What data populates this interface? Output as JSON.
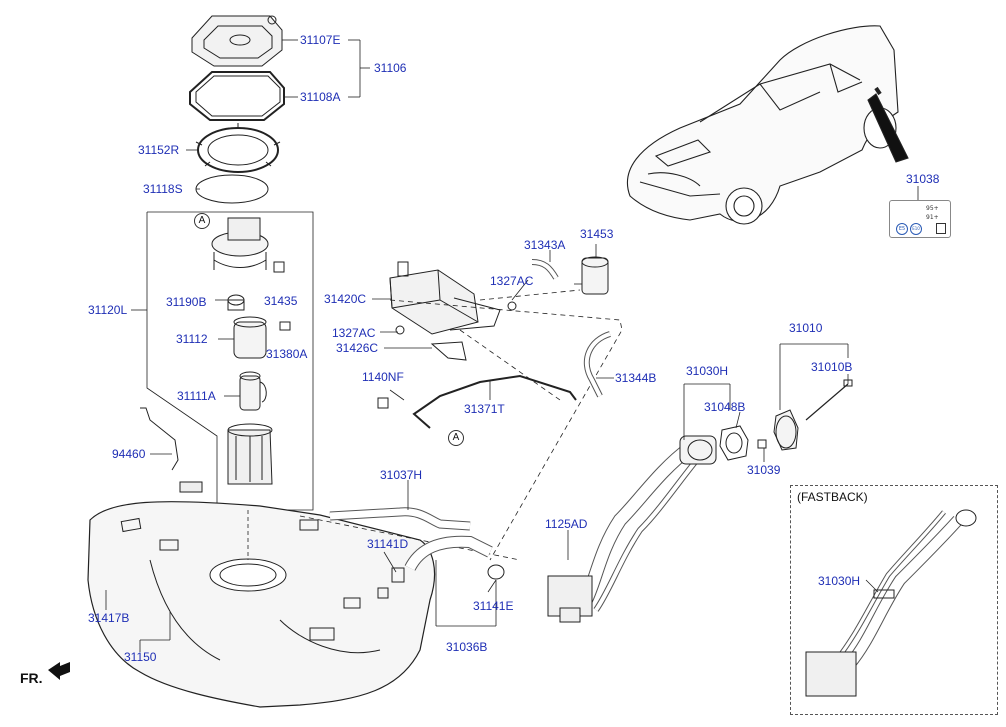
{
  "parts": {
    "p31107E": "31107E",
    "p31106": "31106",
    "p31108A": "31108A",
    "p31152R": "31152R",
    "p31118S": "31118S",
    "p31120L": "31120L",
    "p31190B": "31190B",
    "p31435": "31435",
    "p31112": "31112",
    "p31380A": "31380A",
    "p31111A": "31111A",
    "p94460": "94460",
    "p31417B": "31417B",
    "p31150": "31150",
    "p31420C": "31420C",
    "p1327AC_a": "1327AC",
    "p1327AC_b": "1327AC",
    "p31426C": "31426C",
    "p1140NF": "1140NF",
    "p31371T": "31371T",
    "p31343A": "31343A",
    "p31453": "31453",
    "p31344B": "31344B",
    "p31037H": "31037H",
    "p31141D": "31141D",
    "p31141E": "31141E",
    "p31036B": "31036B",
    "p1125AD": "1125AD",
    "p31030H": "31030H",
    "p31048B": "31048B",
    "p31010": "31010",
    "p31010B": "31010B",
    "p31039": "31039",
    "p31038": "31038",
    "p31030H_fb": "31030H"
  },
  "callout_a": "A",
  "fastback_title": "(FASTBACK)",
  "front_label": "FR.",
  "fuel_tag": {
    "l1": "95+",
    "l2": "91+",
    "e5": "E5",
    "e10": "E10"
  },
  "colors": {
    "label": "#1f2fb5",
    "line": "#222222"
  }
}
